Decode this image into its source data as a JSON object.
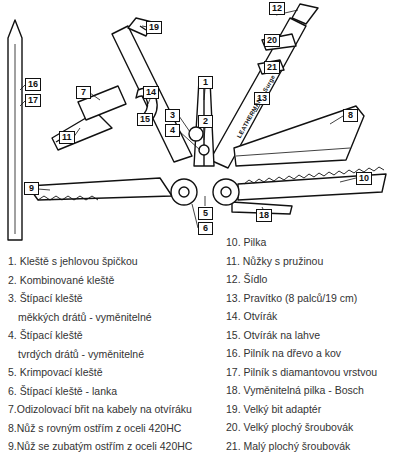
{
  "diagram": {
    "labels": [
      "12",
      "19",
      "20",
      "16",
      "17",
      "1",
      "7",
      "14",
      "13",
      "21",
      "15",
      "3",
      "2",
      "8",
      "4",
      "11",
      "10",
      "9",
      "5",
      "18",
      "6",
      "LEATHERMAN",
      "Surge",
      "1. Kleště s jehlovou špičkou",
      "2. Kombinované kleště",
      "3. Štípací kleště",
      "měkkých drátů - vyměnitelné",
      "4. Štípací kleště",
      "tvrdých drátů - vyměnitelné",
      "5. Krimpovací kleště",
      "6. Štípací kleště - lanka",
      "7.Odizolovací břit na kabely na otvíráku",
      "8.Nůž s rovným ostřím z oceli 420HC",
      "9.Nůž se zubatým ostřím z oceli 420HC",
      "10. Pilka",
      "11. Nůžky s pružinou",
      "12. Šídlo",
      "13. Pravítko (8 palců/19 cm)",
      "14. Otvírák",
      "15. Otvírák na lahve",
      "16. Pilník na dřevo a kov",
      "17. Pilník s diamantovou vrstvou",
      "18. Vyměnitelná pilka - Bosch",
      "19. Velký bit adaptér",
      "20. Velký plochý šroubovák",
      "21. Malý plochý šroubovák"
    ]
  }
}
